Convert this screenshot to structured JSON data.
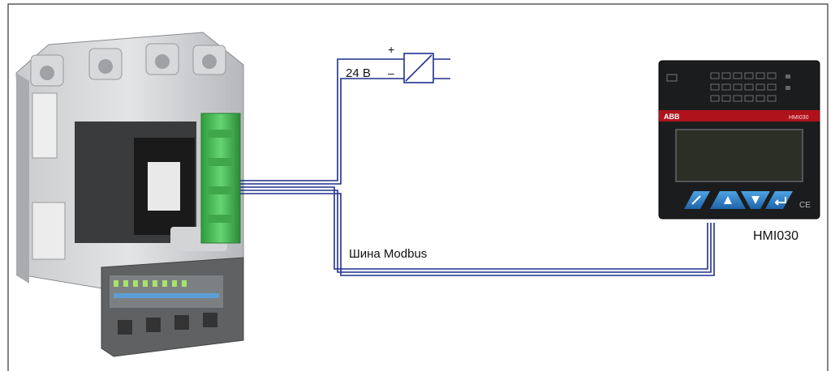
{
  "power": {
    "voltage_label": "24 В",
    "plus_sign": "+",
    "minus_sign": "–"
  },
  "bus": {
    "label": "Шина Modbus"
  },
  "hmi": {
    "model_label": "HMI030",
    "brand": "ABB",
    "badge": "HMI030",
    "ce_mark": "CE"
  },
  "colors": {
    "wire": "#1f2f8c",
    "frame": "#333333",
    "connector_green": "#4cc15a"
  }
}
